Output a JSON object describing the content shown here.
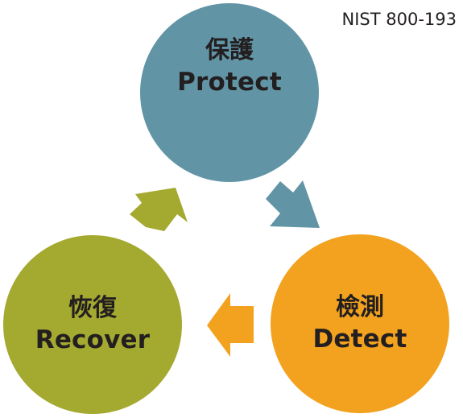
{
  "source": "NIST 800-193",
  "nodes": {
    "protect": {
      "zh": "保護",
      "en": "Protect"
    },
    "detect": {
      "zh": "檢測",
      "en": "Detect"
    },
    "recover": {
      "zh": "恢復",
      "en": "Recover"
    }
  },
  "colors": {
    "protect": "#6195a6",
    "detect": "#f3a21f",
    "recover": "#a4a930",
    "arrow_protect_to_detect": "#6195a6",
    "arrow_detect_to_recover": "#f3a21f",
    "arrow_recover_to_protect": "#a4a930",
    "text": "#231f20"
  }
}
